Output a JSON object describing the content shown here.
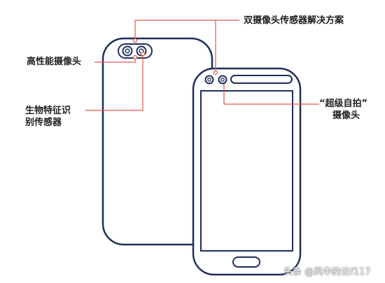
{
  "labels": {
    "dual_camera_solution": "双摄像头传感器解决方案",
    "high_perf_camera": "高性能摄像头",
    "biometric_sensor_line1": "生物特征识",
    "biometric_sensor_line2": "别传感器",
    "selfie_camera_line1": "“超级自拍”",
    "selfie_camera_line2": "摄像头"
  },
  "watermark": "头条 @风中的云f117",
  "colors": {
    "outline": "#1e2e5a",
    "callout": "#e05a4e",
    "text": "#1f1f1f"
  }
}
